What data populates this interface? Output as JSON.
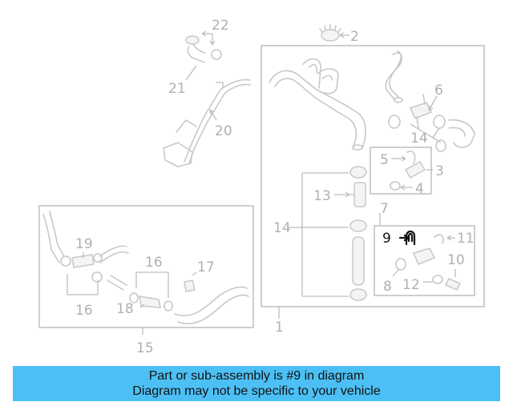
{
  "callouts": {
    "c1": "1",
    "c2": "2",
    "c3": "3",
    "c4": "4",
    "c5": "5",
    "c6": "6",
    "c7": "7",
    "c8": "8",
    "c9": "9",
    "c10": "10",
    "c11": "11",
    "c12": "12",
    "c13": "13",
    "c14a": "14",
    "c14b": "14",
    "c15": "15",
    "c16a": "16",
    "c16b": "16",
    "c17": "17",
    "c18": "18",
    "c19": "19",
    "c20": "20",
    "c21": "21",
    "c22": "22"
  },
  "highlighted_part": "9",
  "banner": {
    "line1": "Part or sub-assembly is #9 in diagram",
    "line2": "Diagram may not be specific to your vehicle",
    "color": "#4cc0f4"
  },
  "colors": {
    "line": "#c8c8c8",
    "label": "#b0b0b0",
    "highlight": "#111111"
  }
}
